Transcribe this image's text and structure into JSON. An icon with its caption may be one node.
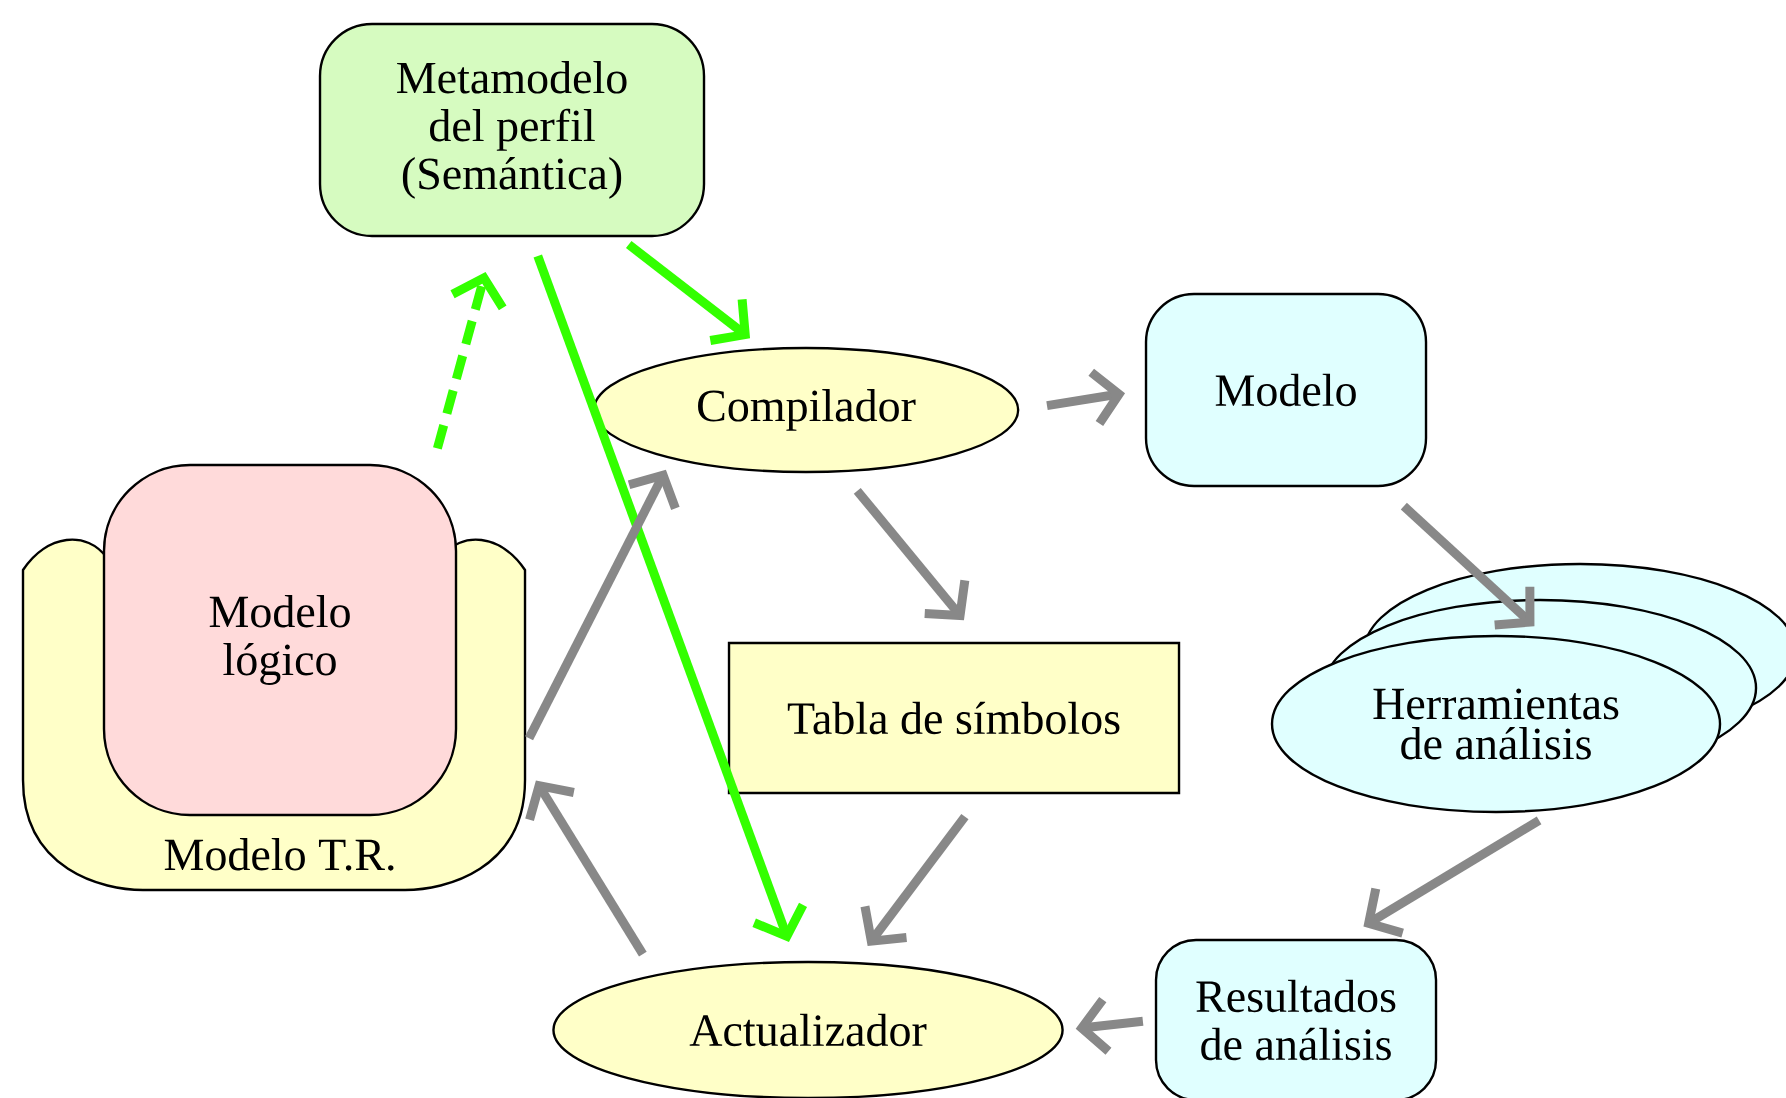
{
  "diagram": {
    "nodes": [
      {
        "text": [
          "Metamodelo del perfil (Semántica)"
        ]
      },
      {
        "text": [
          "Compilador"
        ]
      },
      {
        "text": [
          "Modelo"
        ]
      },
      {
        "text": [
          "Modelo T.R."
        ]
      },
      {
        "text": [
          "Modelo lógico"
        ]
      },
      {
        "text": [
          "Tabla de símbolos"
        ]
      },
      {
        "text": [
          "Herramientas de análisis"
        ]
      },
      {
        "text": [
          "Resultados de análisis"
        ]
      },
      {
        "text": [
          "Actualizador"
        ]
      }
    ],
    "edges": [
      {
        "from": 4,
        "to": 0,
        "arrow": "to",
        "style": "dashed",
        "color": "#33ff00"
      },
      {
        "from": 0,
        "to": 1,
        "arrow": "to",
        "color": "#33ff00"
      },
      {
        "from": 0,
        "to": 8,
        "arrow": "to",
        "color": "#33ff00"
      },
      {
        "from": 3,
        "to": 1,
        "arrow": "to"
      },
      {
        "from": 1,
        "to": 2,
        "arrow": "to"
      },
      {
        "from": 1,
        "to": 5,
        "arrow": "to"
      },
      {
        "from": 2,
        "to": 6,
        "arrow": "to"
      },
      {
        "from": 6,
        "to": 7,
        "arrow": "to"
      },
      {
        "from": 7,
        "to": 8,
        "arrow": "to"
      },
      {
        "from": 5,
        "to": 8,
        "arrow": "to"
      },
      {
        "from": 8,
        "to": 3,
        "arrow": "to"
      }
    ]
  }
}
